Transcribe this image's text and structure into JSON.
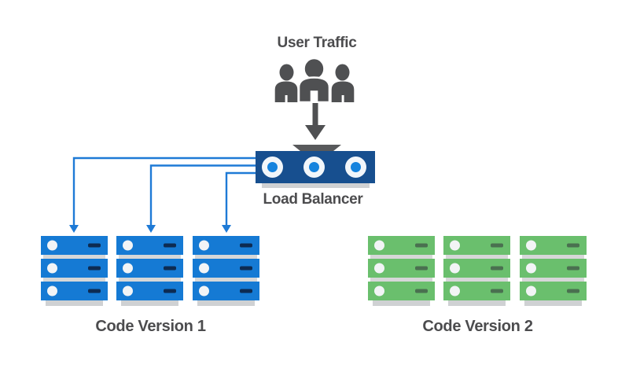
{
  "labels": {
    "user_traffic": "User Traffic",
    "load_balancer": "Load Balancer"
  },
  "clusters": [
    {
      "label": "Code Version 1",
      "color": "#157ad4",
      "stacks": 3,
      "units_per_stack": 3,
      "receives_traffic": true
    },
    {
      "label": "Code Version 2",
      "color": "#6abf6d",
      "stacks": 3,
      "units_per_stack": 3,
      "receives_traffic": false
    }
  ],
  "load_balancer": {
    "ports": 3
  },
  "connections": {
    "from": "Load Balancer",
    "to": "Code Version 1",
    "link_count": 3
  },
  "icons": [
    "user-group-icon",
    "down-arrow-icon"
  ],
  "colors": {
    "text": "#4c4c4e",
    "icon_gray": "#4f5052",
    "lb_blue": "#174f8f",
    "server_blue": "#157ad4",
    "server_blue_dash": "#0d2b52",
    "server_green": "#6abf6d",
    "server_green_dash": "#4a7050",
    "link_blue": "#1e7ad6",
    "shadow_gray": "#cfd1d3",
    "gap_gray": "#d6d7d8",
    "unit_dot": "#f2f4f6",
    "lb_dot_ring": "#f2f6fa",
    "lb_dot_inner": "#1583de",
    "background": "#ffffff"
  }
}
